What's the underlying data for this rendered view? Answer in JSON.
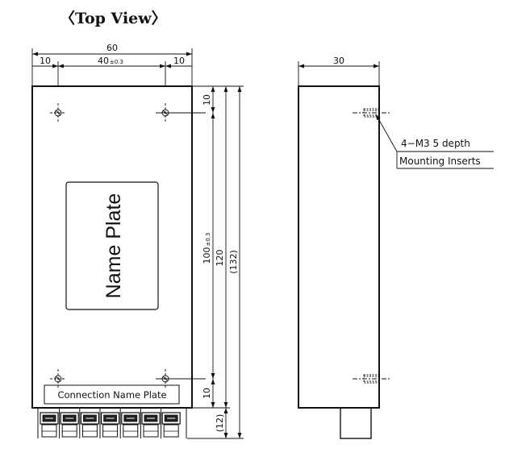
{
  "title": "〈Top View〉",
  "top_view": {
    "dim_total_width": "60",
    "dim_left_offset": "10",
    "dim_hole_pitch": "40",
    "dim_hole_pitch_tol": "±0.3",
    "dim_right_offset": "10",
    "dim_top_offset": "10",
    "dim_vert_pitch": "100",
    "dim_vert_pitch_tol": "±0.3",
    "dim_body_length": "120",
    "dim_overall_length": "(132)",
    "dim_bottom_offset": "10",
    "dim_terminal_length": "(12)",
    "name_plate": "Name Plate",
    "connection_name_plate": "Connection Name Plate",
    "terminal_count": 7
  },
  "side_view": {
    "dim_depth": "30",
    "note_thread": "4−M3  5 depth",
    "note_inserts": "Mounting Inserts"
  }
}
